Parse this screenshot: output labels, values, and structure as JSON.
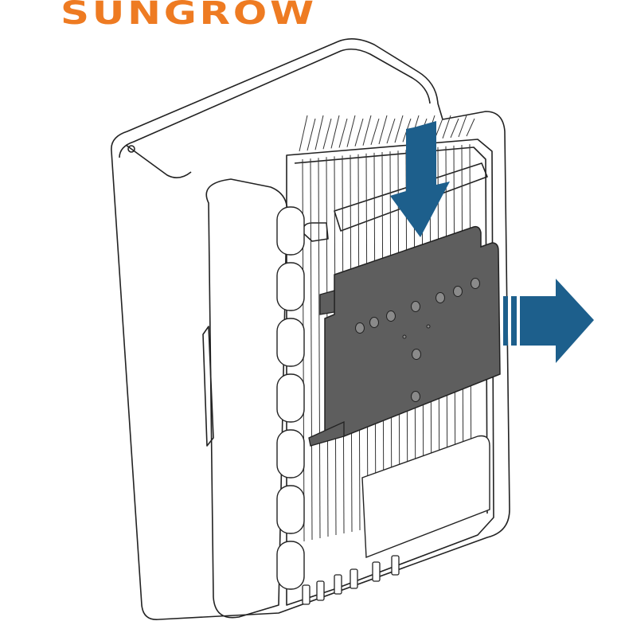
{
  "brand": {
    "logo_text": "SUNGROW",
    "color": "#ee7b22"
  },
  "colors": {
    "arrow": "#1d5f8c",
    "bracket": "#5e5e5e",
    "line": "#222222"
  },
  "illustration": {
    "arrows": [
      "arrow-down",
      "arrow-right"
    ]
  }
}
